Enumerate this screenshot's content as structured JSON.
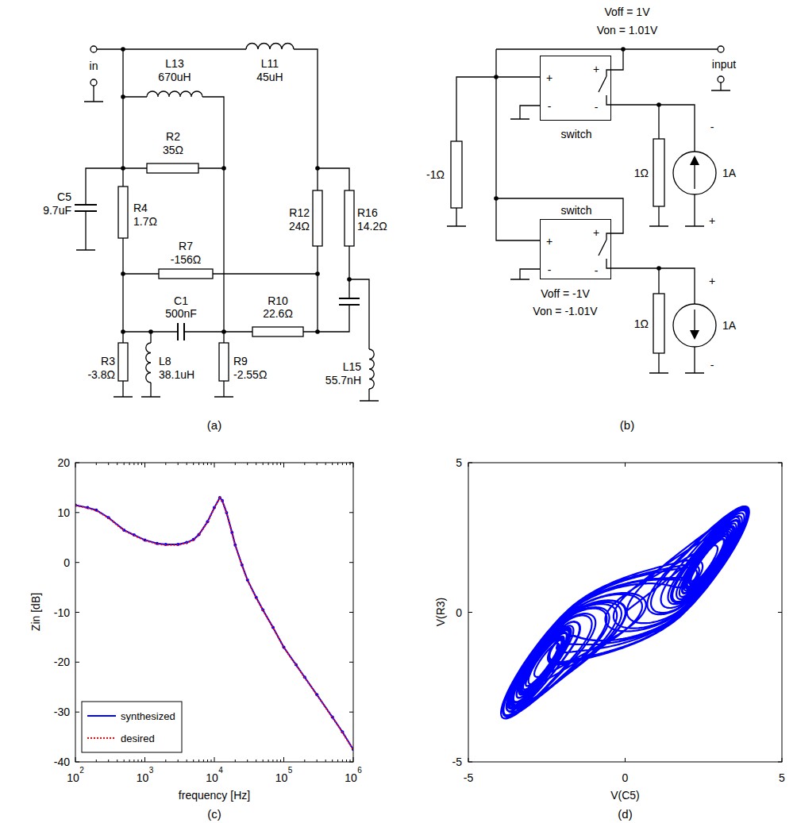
{
  "diagram": {
    "nodes": [
      {
        "text": [
          "+",
          "-",
          "+",
          "-",
          "switch"
        ]
      },
      {
        "text": [
          "+",
          "-",
          "+",
          "-",
          "switch"
        ]
      }
    ],
    "edges": [
      {
        "from": 0,
        "to": 1,
        "arrow": "none"
      }
    ],
    "labels": [
      "in",
      "L13",
      "670uH",
      "L11",
      "45uH",
      "R2",
      "35Ω",
      "C5",
      "9.7uF",
      "R4",
      "1.7Ω",
      "R7",
      "-156Ω",
      "R12",
      "24Ω",
      "R16",
      "14.2Ω",
      "C1",
      "500nF",
      "R10",
      "22.6Ω",
      "R3",
      "-3.8Ω",
      "L8",
      "38.1uH",
      "R9",
      "-2.55Ω",
      "L15",
      "55.7nH",
      "(a)",
      "Voff = 1V",
      "Von = 1.01V",
      "input",
      "-1Ω",
      "1Ω",
      "-",
      "+",
      "1A",
      "1Ω",
      "+",
      "-",
      "1A",
      "Voff = -1V",
      "Von = -1.01V",
      "(b)",
      "20",
      "10",
      "0",
      "-10",
      "-20",
      "-30",
      "-40",
      "Zin [dB]",
      "10",
      "2",
      "10",
      "3",
      "10",
      "4",
      "10",
      "5",
      "10",
      "6",
      "frequency [Hz]",
      "(c)",
      "5",
      "0",
      "-5",
      "-5",
      "0",
      "5",
      "V(R3)",
      "V(C5)",
      "(d)"
    ],
    "legend": [
      {
        "text": "synthesized"
      },
      {
        "text": "desired"
      }
    ]
  }
}
